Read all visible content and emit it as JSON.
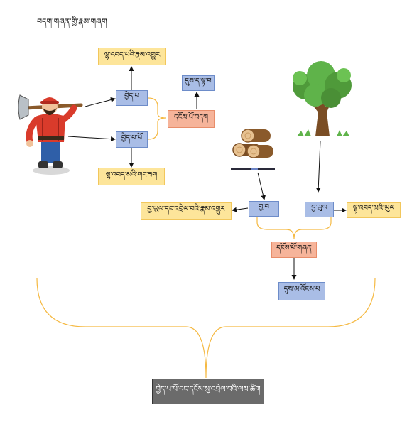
{
  "title": "བདག་གཞན་གྱི་རྣམ་གཞག",
  "nodes": {
    "actor_result": "ལྷ་འབད་པའི་རྣམ་འགྱུར",
    "actor": "བྱེད་པ",
    "actor_person": "བྱེད་པ་པོ",
    "actor_self": "ལྷ་འབད་མའི་གང་ཟག",
    "present_future": "དུས་ད་ལྟ་བ",
    "thing_itself": "དངོས་པོ་བདག",
    "object": "བྱ་བ",
    "object_thing": "བྱ་ཡུལ",
    "object_result": "བྱ་ཡུལ་དང་འབྲེལ་བའི་རྣམ་འགྱུར",
    "object_self": "ལྷ་འབད་མའི་ཡུལ",
    "other_thing": "དངོས་པོ་གཞན",
    "past_tense": "དུས་མ་འོངས་པ",
    "conclusion": "བྱེད་པ་པོ་དང་དངོས་སུ་འབྲེལ་བའི་ལས་ཚིག"
  },
  "colors": {
    "yellow": "#fde59a",
    "blue": "#a9bde6",
    "salmon": "#f6b49a",
    "gray": "#6b6b6b",
    "bracket": "#f5b942"
  },
  "illustrations": [
    "lumberjack-with-axe",
    "cut-logs",
    "tree"
  ]
}
